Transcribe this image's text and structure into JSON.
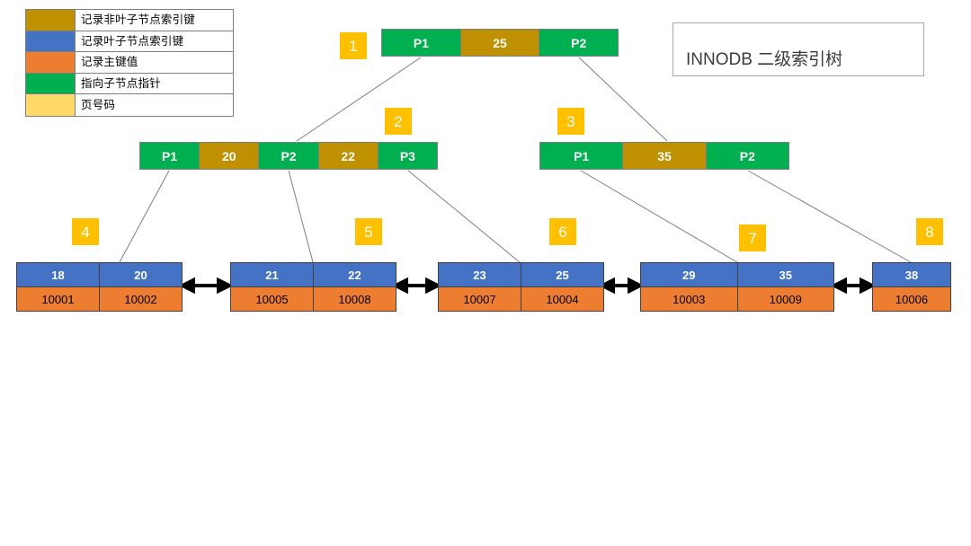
{
  "title": {
    "text": "INNODB 二级索引树"
  },
  "legend": {
    "items": [
      {
        "color": "#BF9000",
        "label": "记录非叶子节点索引键"
      },
      {
        "color": "#4472C4",
        "label": "记录叶子节点索引键"
      },
      {
        "color": "#ED7D31",
        "label": "记录主键值"
      },
      {
        "color": "#00B050",
        "label": "指向子节点指针"
      },
      {
        "color": "#FFD966",
        "label": "页号码"
      }
    ]
  },
  "palette": {
    "nonleaf_key": "#BF9000",
    "leaf_key": "#4472C4",
    "primary_key": "#ED7D31",
    "child_pointer": "#00B050",
    "page_number": "#FFC000",
    "border": "#808080",
    "leaf_border": "#404040",
    "connector": "#7f7f7f"
  },
  "tree": {
    "root": {
      "page": "1",
      "cells": [
        {
          "type": "ptr",
          "text": "P1"
        },
        {
          "type": "key",
          "text": "25"
        },
        {
          "type": "ptr",
          "text": "P2"
        }
      ]
    },
    "internal": [
      {
        "page": "2",
        "cells": [
          {
            "type": "ptr",
            "text": "P1"
          },
          {
            "type": "key",
            "text": "20"
          },
          {
            "type": "ptr",
            "text": "P2"
          },
          {
            "type": "key",
            "text": "22"
          },
          {
            "type": "ptr",
            "text": "P3"
          }
        ]
      },
      {
        "page": "3",
        "cells": [
          {
            "type": "ptr",
            "text": "P1"
          },
          {
            "type": "key",
            "text": "35"
          },
          {
            "type": "ptr",
            "text": "P2"
          }
        ]
      }
    ],
    "leaves": [
      {
        "page": "4",
        "keys": [
          "18",
          "20"
        ],
        "pks": [
          "10001",
          "10002"
        ]
      },
      {
        "page": "5",
        "keys": [
          "21",
          "22"
        ],
        "pks": [
          "10005",
          "10008"
        ]
      },
      {
        "page": "6",
        "keys": [
          "23",
          "25"
        ],
        "pks": [
          "10007",
          "10004"
        ]
      },
      {
        "page": "7",
        "keys": [
          "29",
          "35"
        ],
        "pks": [
          "10003",
          "10009"
        ]
      },
      {
        "page": "8",
        "keys": [
          "38"
        ],
        "pks": [
          "10006"
        ]
      }
    ]
  }
}
